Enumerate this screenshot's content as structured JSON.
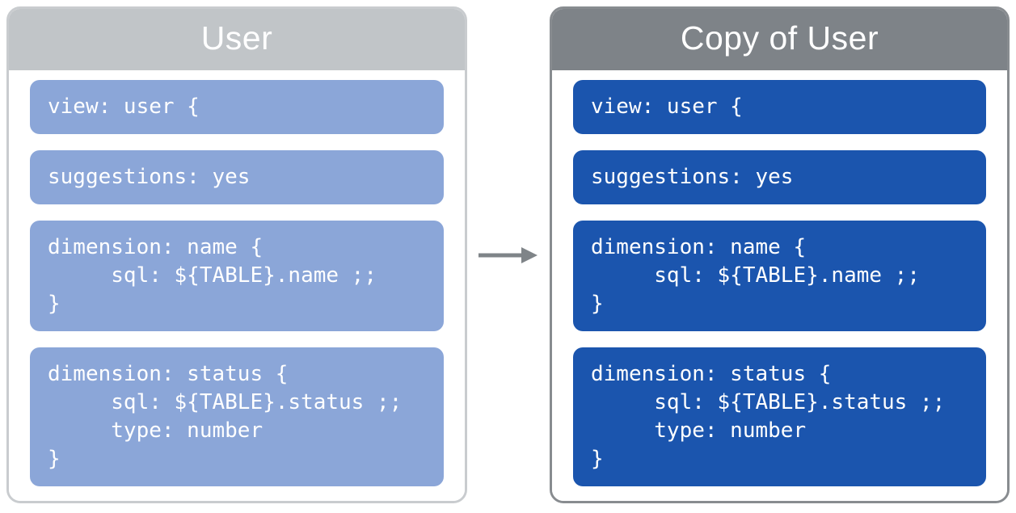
{
  "colors": {
    "left_header": "#c1c5c8",
    "left_border": "#c9cccf",
    "left_block": "#8ba6d8",
    "right_header": "#7e8388",
    "right_border": "#888c90",
    "right_block": "#1b55ae",
    "arrow": "#7f8488",
    "text_on_fill": "#ffffff"
  },
  "panels": [
    {
      "id": "user",
      "title": "User",
      "blocks": [
        "view: user {",
        "suggestions: yes",
        "dimension: name {\n     sql: ${TABLE}.name ;;\n}",
        "dimension: status {\n     sql: ${TABLE}.status ;;\n     type: number\n}"
      ]
    },
    {
      "id": "copy-of-user",
      "title": "Copy of User",
      "blocks": [
        "view: user {",
        "suggestions: yes",
        "dimension: name {\n     sql: ${TABLE}.name ;;\n}",
        "dimension: status {\n     sql: ${TABLE}.status ;;\n     type: number\n}"
      ]
    }
  ],
  "arrow": {
    "direction": "right"
  }
}
